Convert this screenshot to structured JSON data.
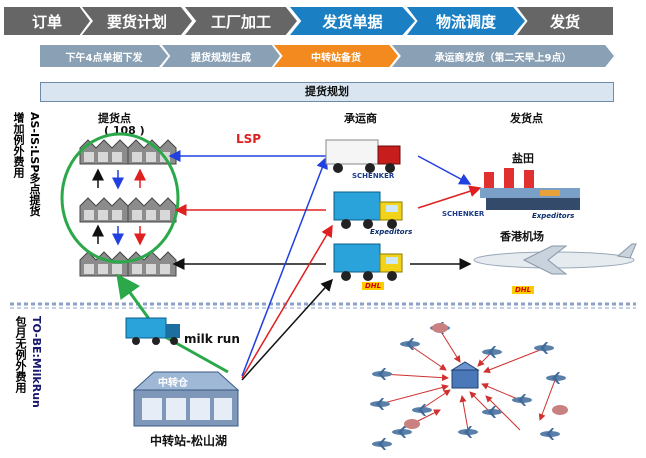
{
  "process_steps": [
    "订单",
    "要货计划",
    "工厂加工",
    "发货单据",
    "物流调度",
    "发货"
  ],
  "sub_steps": [
    "下午4点单据下发",
    "提货规划生成",
    "中转站备货",
    "承运商发货（第二天早上9点）"
  ],
  "section_bar": "提货规划",
  "col_headers": {
    "pickup": "提货点",
    "carrier": "承运商",
    "delivery": "发货点"
  },
  "pickup_count": "( 108 )",
  "lsp_label": "LSP",
  "asis_label": {
    "top": "AS-IS:LSP多点提货",
    "bottom": "增加例外费用"
  },
  "tobe_label": {
    "top": "TO-BE:MilkRun",
    "bottom": "包月无例外费用"
  },
  "delivery_points": {
    "port": "盐田",
    "airport": "香港机场"
  },
  "brands": {
    "schenker": "SCHENKER",
    "expeditors": "Expeditors",
    "dhl": "DHL"
  },
  "milk_run_label": "milk run",
  "hub_sign": "中转仓",
  "hub_caption": "中转站-松山湖",
  "colors": {
    "orange": "#f28a1f",
    "blue_step": "#1b7fc4",
    "green_loop": "#2aa84a",
    "red_arrow": "#e02020",
    "blue_arrow": "#2040e0"
  }
}
